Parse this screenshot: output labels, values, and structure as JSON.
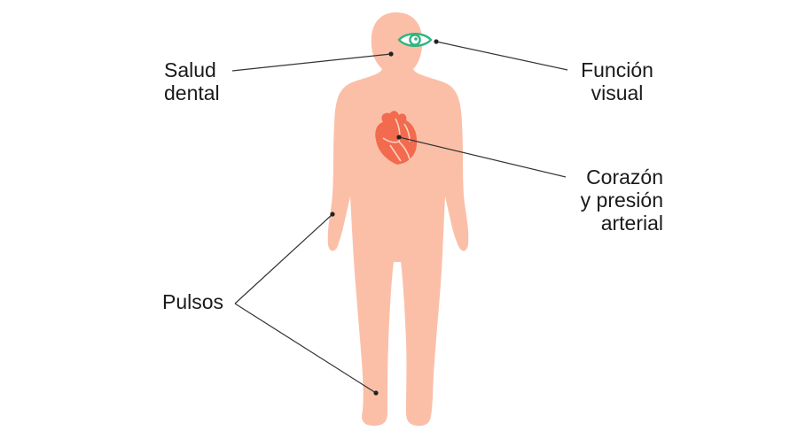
{
  "labels": {
    "dental": {
      "line1": "Salud",
      "line2": "dental"
    },
    "vision": {
      "line1": "Función",
      "line2": "visual"
    },
    "heart": {
      "line1": "Corazón",
      "line2": "y presión",
      "line3": "arterial"
    },
    "pulses": {
      "line1": "Pulsos"
    }
  },
  "colors": {
    "body": "#fbbfa8",
    "heart": "#f26b4f",
    "heart_lines": "#fbd0c2",
    "eye": "#2fb57f",
    "leader": "#333333"
  },
  "icons": [
    "eye-icon",
    "heart-icon"
  ]
}
